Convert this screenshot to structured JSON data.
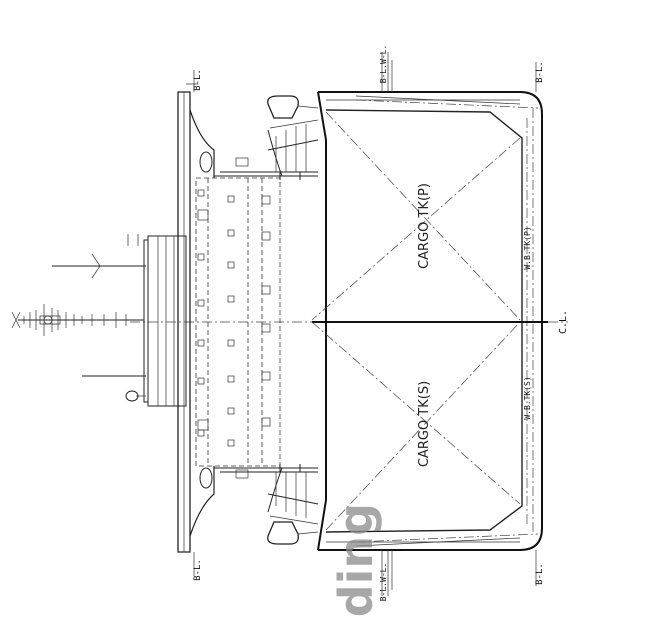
{
  "labels": {
    "bl_top": "B-L.",
    "blwl_top": "B-L.W-L.",
    "bl_right_top": "B-L.",
    "cargo_tk_p": "CARGO TK(P)",
    "cargo_tk_s": "CARGO TK(S)",
    "wbtk_p": "W.B.TK(P)",
    "wbtk_s": "W.B.TK(S)",
    "cl": "C.L.",
    "bl_bottom_left": "B-L.",
    "blwl_bottom": "B-L.W-L.",
    "bl_bottom_right": "B-L.",
    "watermark": "lding"
  }
}
